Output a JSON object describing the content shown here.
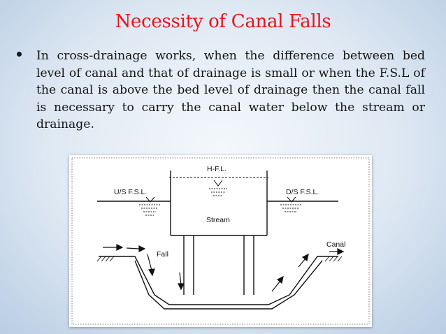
{
  "slide": {
    "title": "Necessity of Canal Falls",
    "bullet": "In cross-drainage works, when the difference between bed level of canal and that of drainage is small or when the F.S.L of the canal is above the bed level of drainage then the canal fall is necessary to carry the canal water below the stream or drainage."
  },
  "diagram": {
    "hfl_label": "H-F.L.",
    "us_fsl_label": "U/S F.S.L.",
    "ds_fsl_label": "D/S F.S.L.",
    "stream_label": "Stream",
    "fall_label": "Fall",
    "canal_label": "Canal"
  },
  "colors": {
    "title": "#e8141c",
    "text": "#141414"
  }
}
